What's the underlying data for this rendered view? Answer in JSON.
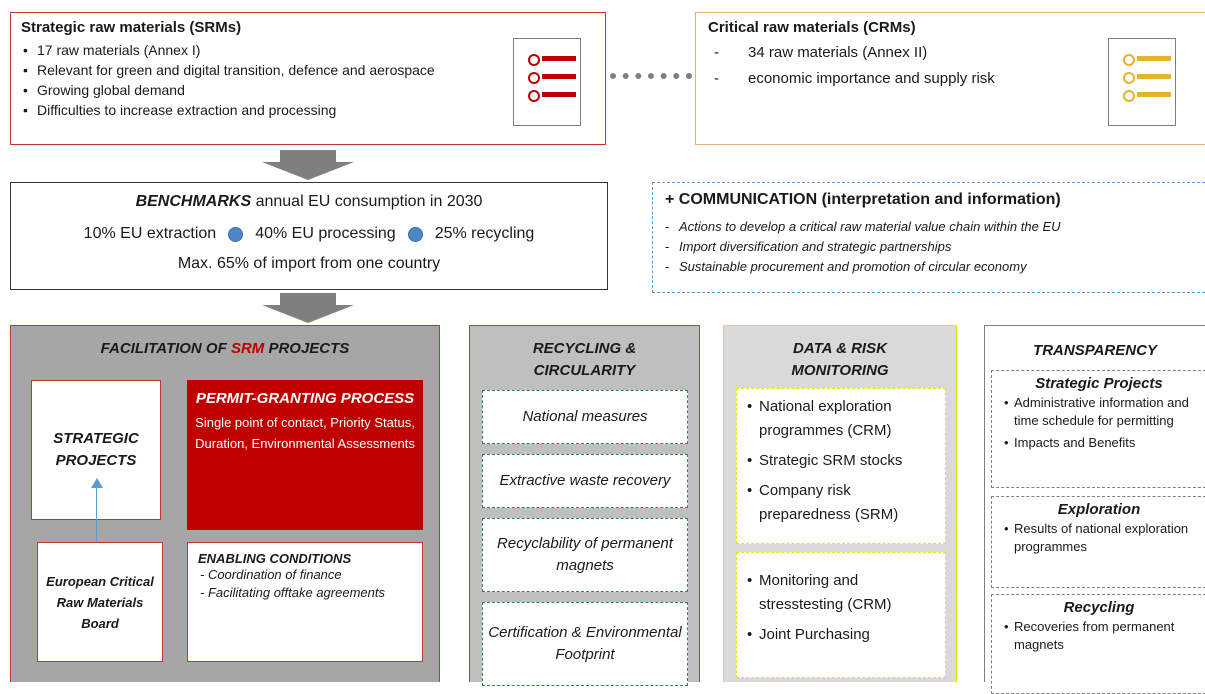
{
  "srm": {
    "title": "Strategic raw materials (SRMs)",
    "bullets": [
      "17 raw materials (Annex I)",
      "Relevant for green and digital transition, defence and aerospace",
      "Growing global demand",
      "Difficulties to increase extraction and processing"
    ],
    "icon": "list-icon",
    "icon_color": "#c00000"
  },
  "crm": {
    "title": "Critical raw materials (CRMs)",
    "bullets": [
      "34 raw materials (Annex II)",
      "economic importance and supply risk"
    ],
    "icon": "list-icon",
    "icon_color": "#e6b12c"
  },
  "benchmarks": {
    "title_bold": "BENCHMARKS",
    "title_rest": " annual EU consumption in 2030",
    "extraction": "10% EU extraction",
    "processing": "40% EU processing",
    "recycling": "25% recycling",
    "max_import": "Max. 65% of import from one country"
  },
  "communication": {
    "title": "+ COMMUNICATION (interpretation and information)",
    "items": [
      "Actions to develop a critical raw material value chain within the EU",
      "Import diversification and strategic partnerships",
      "Sustainable procurement and promotion of circular economy"
    ]
  },
  "facilitation": {
    "title_pre": "FACILITATION OF ",
    "title_red": "SRM",
    "title_post": " PROJECTS",
    "strategic_projects": "STRATEGIC PROJECTS",
    "permit_title": "PERMIT-GRANTING PROCESS",
    "permit_desc": "Single point of contact, Priority Status, Duration, Environmental Assessments",
    "board": "European Critical Raw Materials Board",
    "enabling_title": "ENABLING CONDITIONS",
    "enabling_items": [
      "- Coordination of finance",
      "- Facilitating offtake agreements"
    ]
  },
  "recycling": {
    "title": "RECYCLING & CIRCULARITY",
    "items": [
      "National measures",
      "Extractive waste recovery",
      "Recyclability of permanent magnets",
      "Certification & Environmental Footprint"
    ]
  },
  "data_risk": {
    "title": "DATA & RISK MONITORING",
    "group1": [
      "National exploration programmes (CRM)",
      "Strategic SRM stocks",
      "Company risk preparedness (SRM)"
    ],
    "group2": [
      "Monitoring and stresstesting (CRM)",
      "Joint Purchasing"
    ]
  },
  "transparency": {
    "title": "TRANSPARENCY",
    "strategic_title": "Strategic Projects",
    "strategic_items": [
      "Administrative information and time schedule for permitting",
      "Impacts and Benefits"
    ],
    "exploration_title": "Exploration",
    "exploration_items": [
      "Results of national exploration programmes"
    ],
    "recycling_title": "Recycling",
    "recycling_items": [
      "Recoveries from permanent magnets"
    ]
  }
}
